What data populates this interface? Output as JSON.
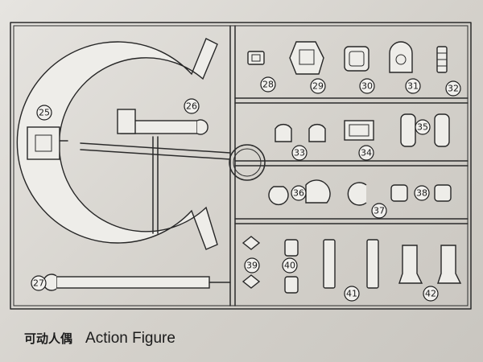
{
  "sheet": {
    "caption_chinese": "可动人偶",
    "caption_english": "Action Figure"
  },
  "parts": {
    "p25": "25",
    "p26": "26",
    "p27": "27",
    "p28": "28",
    "p29": "29",
    "p30": "30",
    "p31": "31",
    "p32": "32",
    "p33": "33",
    "p34": "34",
    "p35": "35",
    "p36": "36",
    "p37": "37",
    "p38": "38",
    "p39": "39",
    "p40": "40",
    "p41": "41",
    "p42": "42"
  }
}
